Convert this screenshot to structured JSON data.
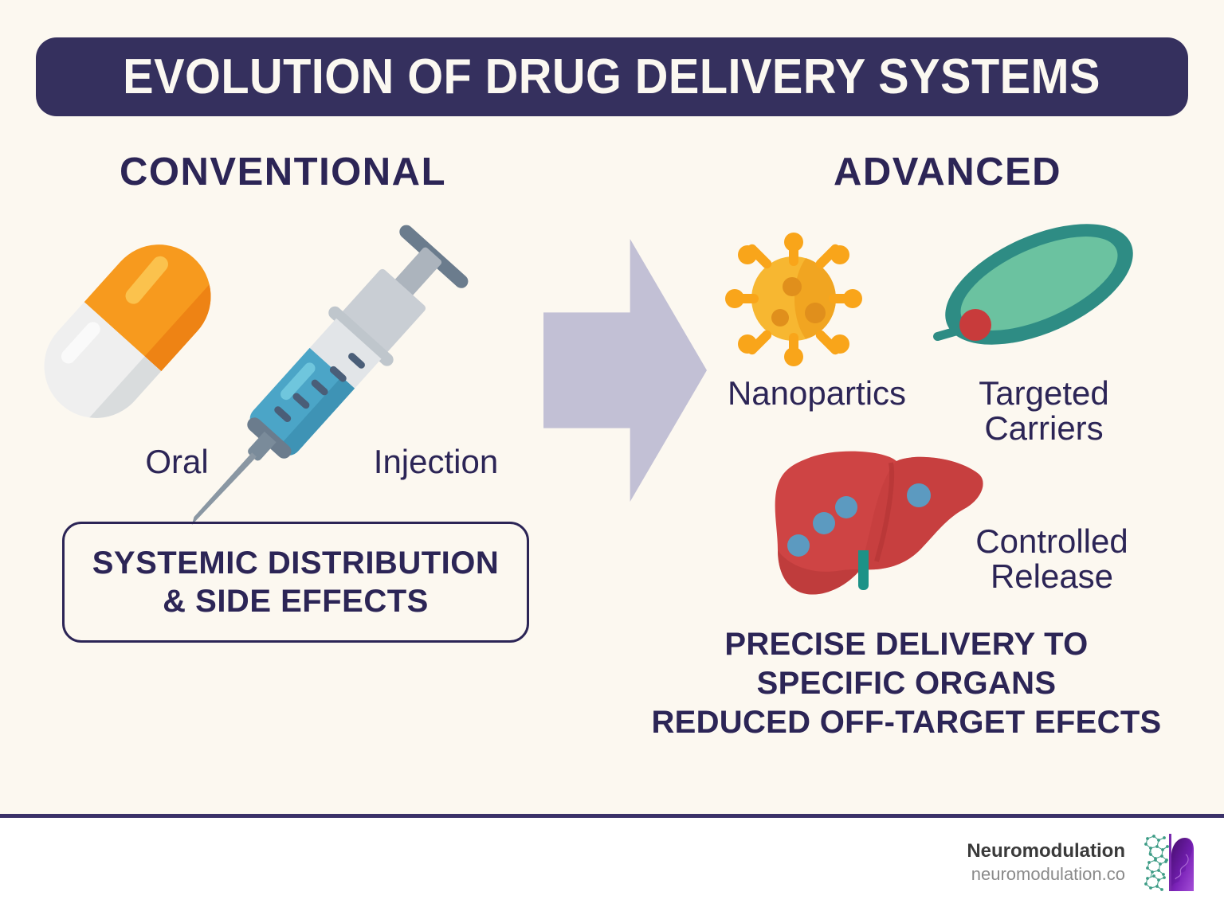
{
  "title": {
    "text": "EVOLUTION OF DRUG DELIVERY SYSTEMS"
  },
  "columns": {
    "left": {
      "heading": "CONVENTIONAL",
      "items": [
        {
          "label": "Oral",
          "icon": "capsule-icon"
        },
        {
          "label": "Injection",
          "icon": "syringe-icon"
        }
      ],
      "callout": "SYSTEMIC DISTRIBUTION\n& SIDE EFFECTS",
      "callout_line1": "SYSTEMIC DISTRIBUTION",
      "callout_line2": "& SIDE EFFECTS"
    },
    "right": {
      "heading": "ADVANCED",
      "items": [
        {
          "label": "Nanopartics",
          "icon": "nanoparticle-icon"
        },
        {
          "label": "Targeted\nCarriers",
          "label_line1": "Targeted",
          "label_line2": "Carriers",
          "icon": "liposome-carrier-icon"
        },
        {
          "label": "Controlled\nRelease",
          "label_line1": "Controlled",
          "label_line2": "Release",
          "icon": "liver-icon"
        }
      ],
      "statement_line1": "PRECISE DELIVERY TO",
      "statement_line2": "SPECIFIC ORGANS",
      "statement_line3": "REDUCED OFF-TARGET EFECTS"
    }
  },
  "transition": {
    "icon": "right-arrow-icon"
  },
  "footer": {
    "brand_name": "Neuromodulation",
    "brand_url": "neuromodulation.co",
    "logo_icon": "neuromodulation-head-molecule-logo"
  },
  "colors": {
    "background": "#FCF8F0",
    "title_bar": "#35305E",
    "title_text": "#FBF8F1",
    "navy_text": "#2C2556",
    "divider": "#3B3169",
    "arrow": "#C2C0D5",
    "capsule_orange": "#F79A1E",
    "capsule_white": "#EFEFEF",
    "syringe_liquid": "#4BA5C7",
    "syringe_metal": "#6B7C8D",
    "nanoparticle_orange": "#F7B731",
    "carrier_teal": "#2E8C84",
    "carrier_green": "#6BC2A0",
    "carrier_red": "#C83B3B",
    "liver_red": "#CE4444",
    "liver_dot_blue": "#5C9AC0",
    "footer_brand": "#3A3A3A",
    "footer_url": "#8A8A8A"
  }
}
